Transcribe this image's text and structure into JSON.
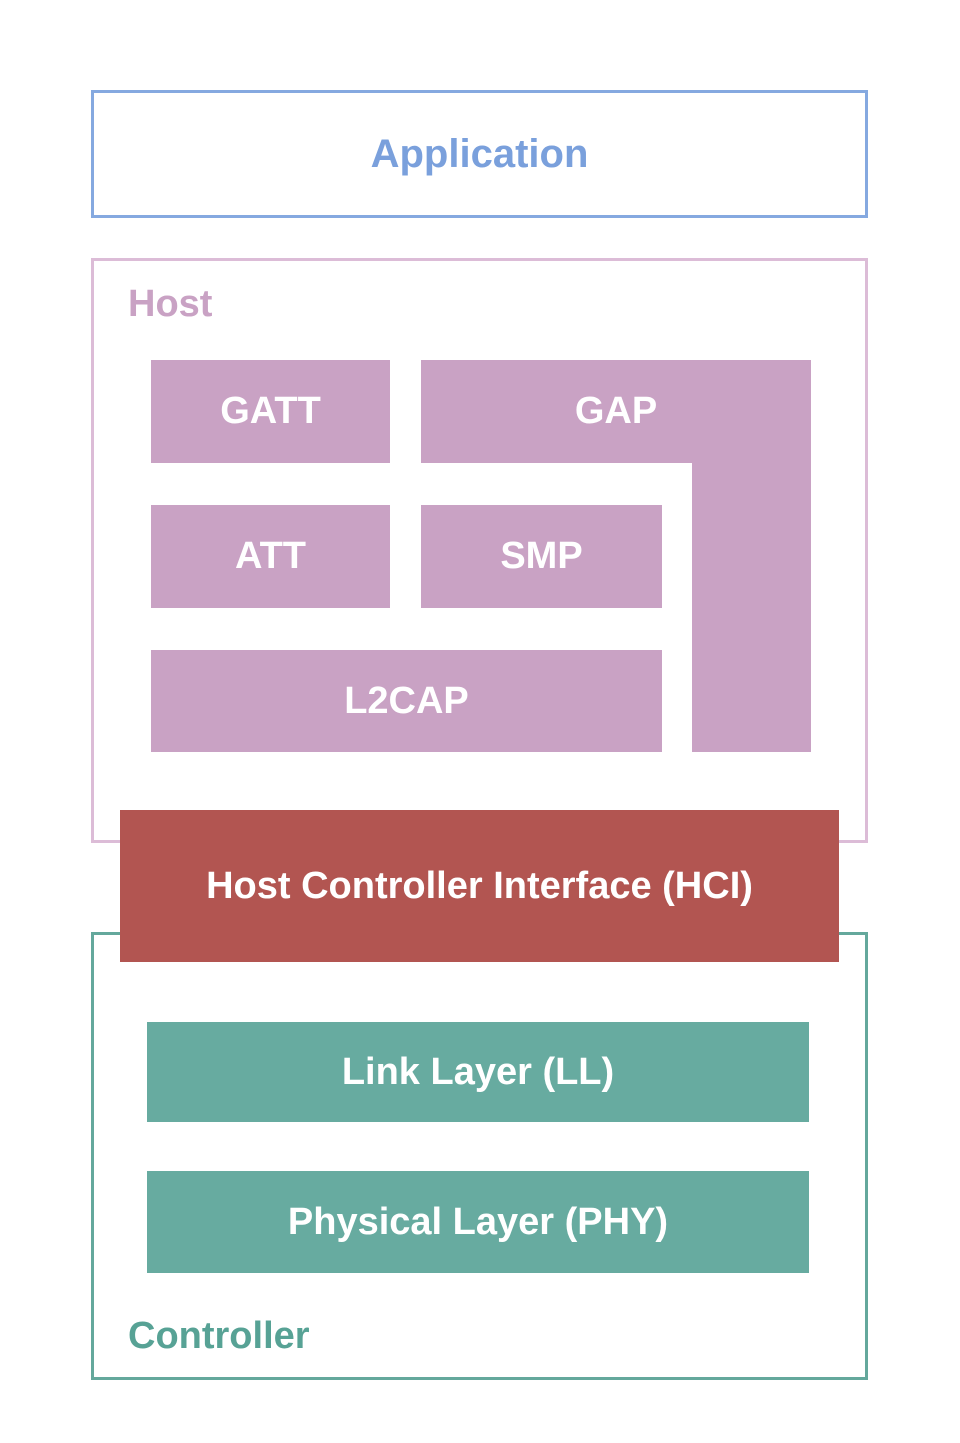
{
  "diagram": {
    "application": {
      "label": "Application"
    },
    "host": {
      "label": "Host",
      "blocks": {
        "gatt": "GATT",
        "gap": "GAP",
        "att": "ATT",
        "smp": "SMP",
        "l2cap": "L2CAP"
      }
    },
    "hci": {
      "label": "Host Controller Interface (HCI)"
    },
    "controller": {
      "label": "Controller",
      "blocks": {
        "link_layer": "Link Layer (LL)",
        "phy": "Physical Layer (PHY)"
      }
    }
  },
  "colors": {
    "application_border": "#85a9e0",
    "application_text": "#7aa0dc",
    "host_border": "#dcbcd7",
    "host_text": "#c9a2c4",
    "host_block_fill": "#c9a2c4",
    "hci_fill": "#b25551",
    "controller_border": "#64a89c",
    "controller_text": "#57a295",
    "controller_block_fill": "#67aba0",
    "block_text": "#ffffff",
    "background": "#ffffff"
  }
}
